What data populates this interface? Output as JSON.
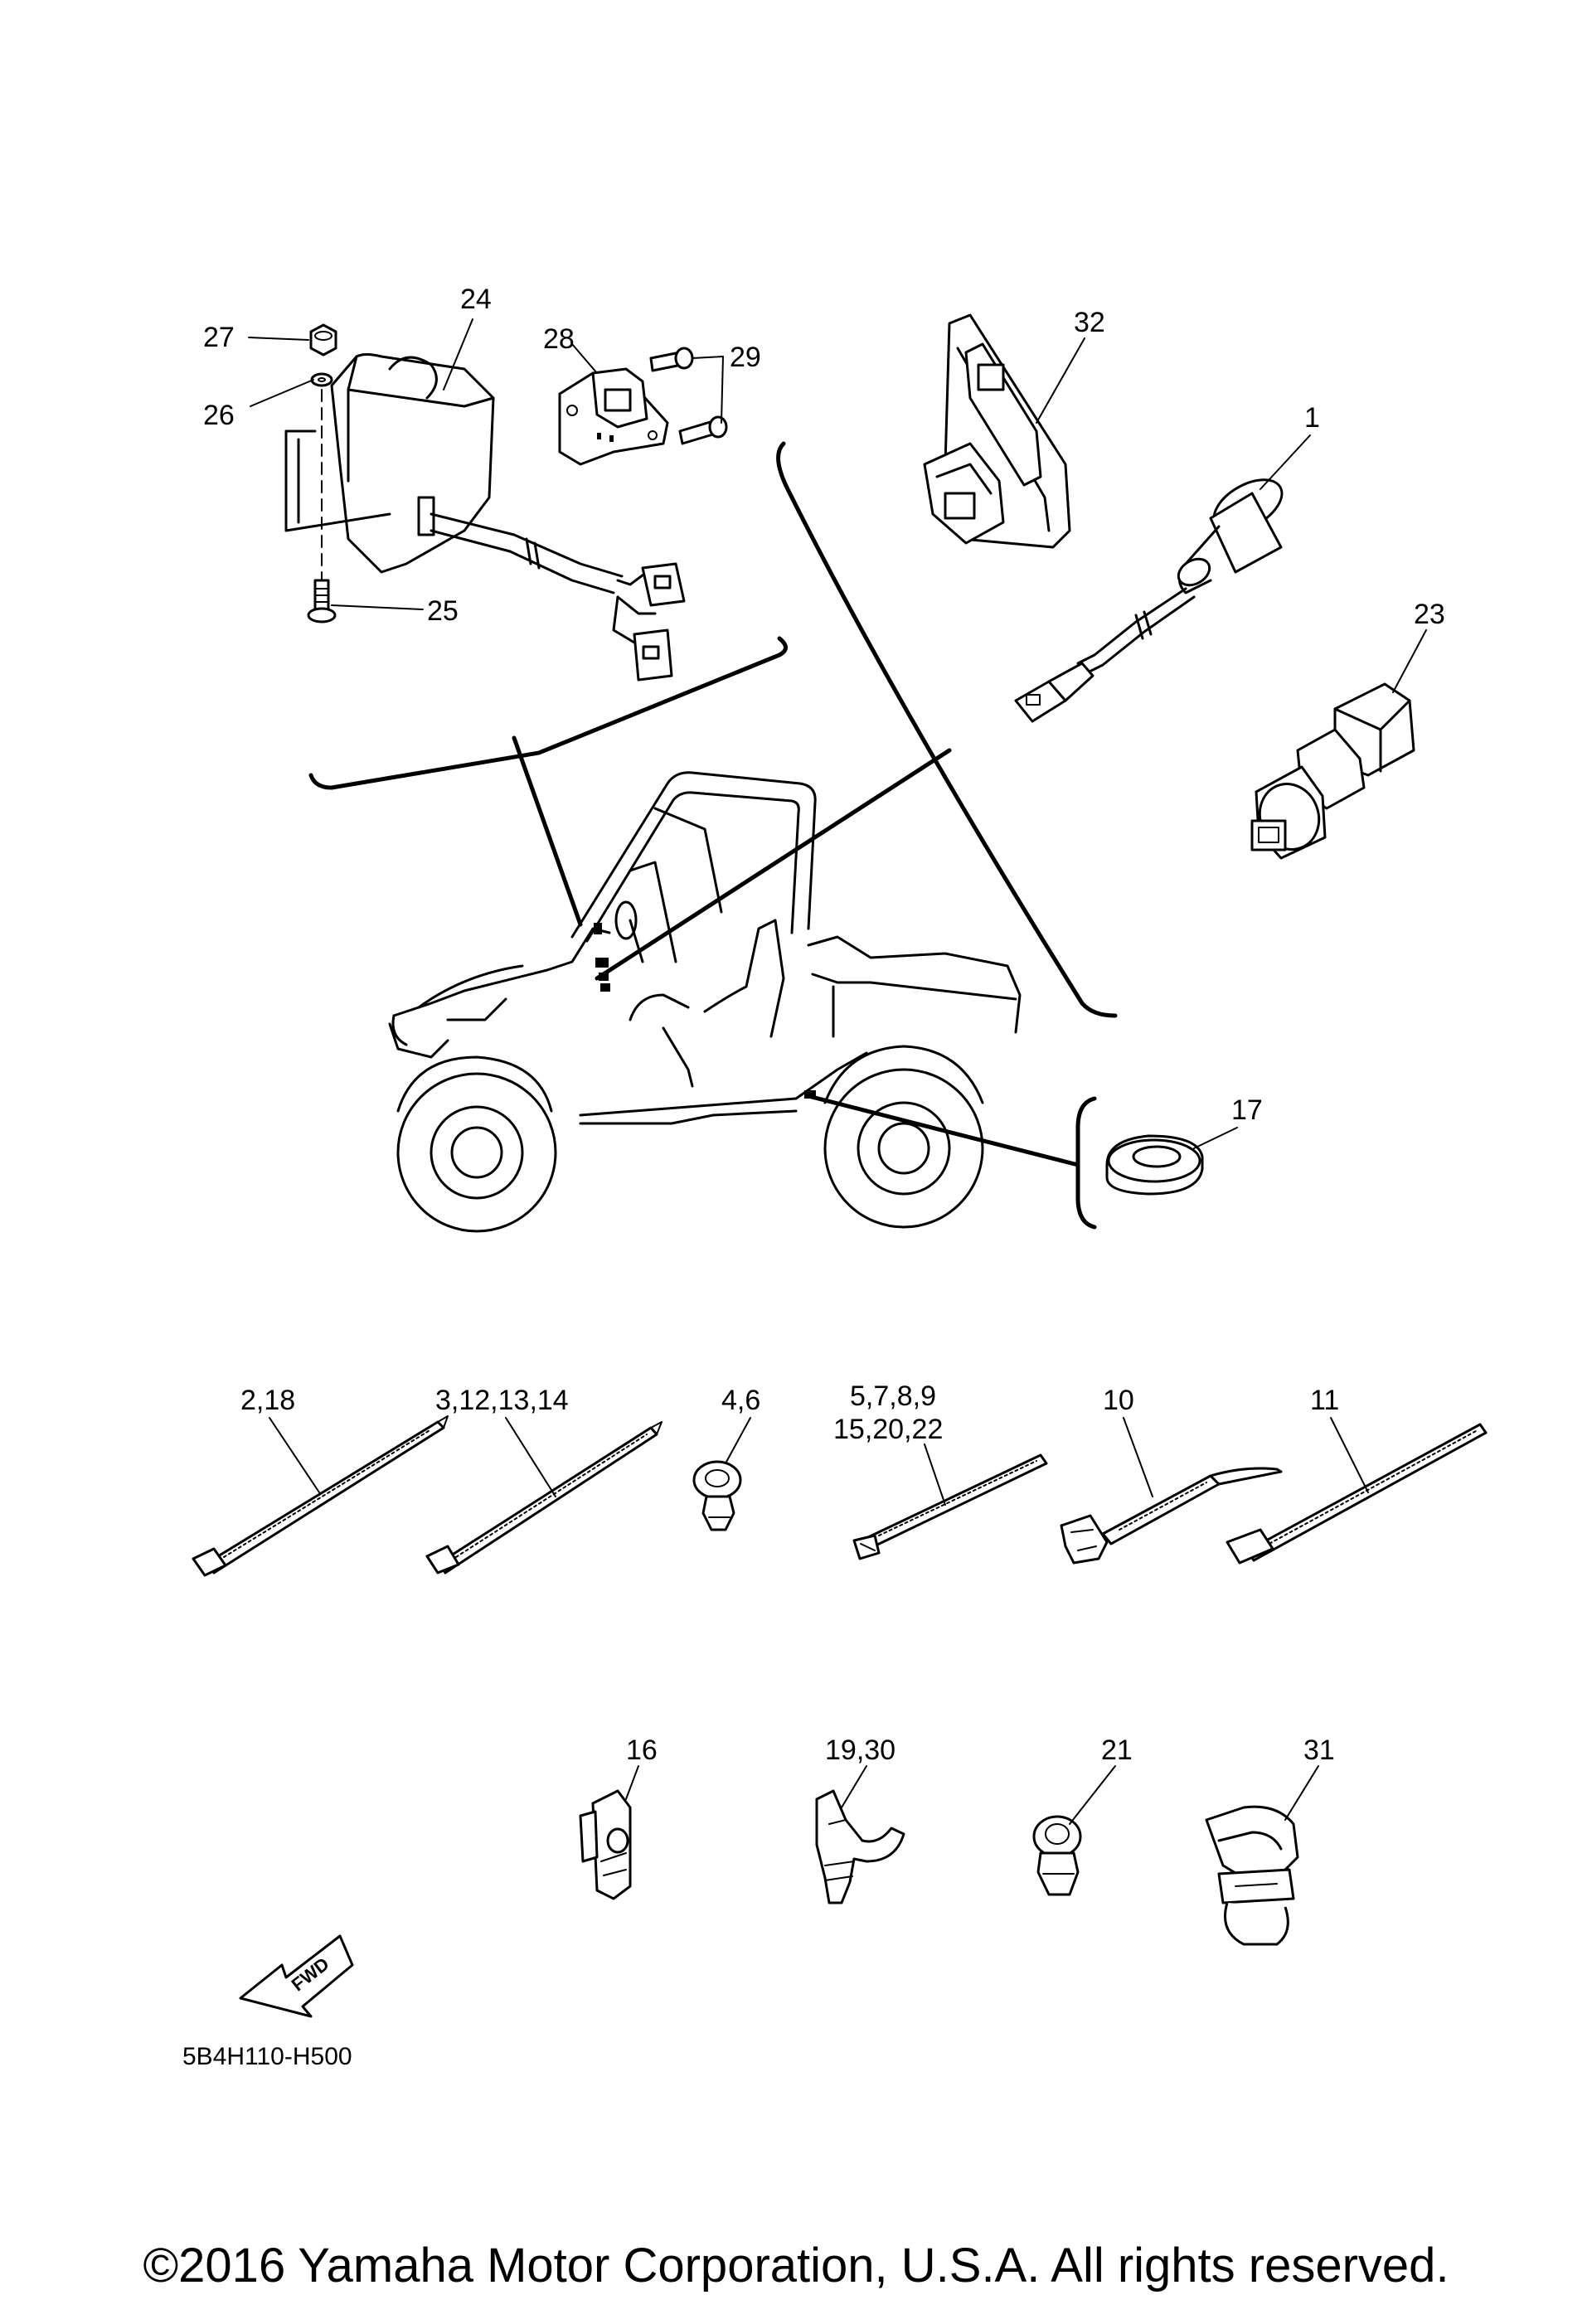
{
  "diagram": {
    "labels": {
      "p1": "1",
      "p2_18": "2,18",
      "p3_12_13_14": "3,12,13,14",
      "p4_6": "4,6",
      "p5_7_8_9": "5,7,8,9",
      "p15_20_22": "15,20,22",
      "p10": "10",
      "p11": "11",
      "p16": "16",
      "p17": "17",
      "p19_30": "19,30",
      "p21": "21",
      "p23": "23",
      "p24": "24",
      "p25": "25",
      "p26": "26",
      "p27": "27",
      "p28": "28",
      "p29": "29",
      "p31": "31",
      "p32": "32"
    },
    "fwd_arrow": "FWD",
    "diagram_code": "5B4H110-H500"
  },
  "footer": {
    "copyright": "©2016 Yamaha Motor Corporation, U.S.A. All rights reserved."
  }
}
